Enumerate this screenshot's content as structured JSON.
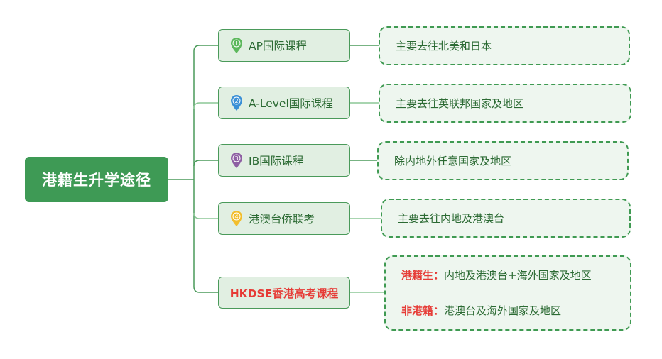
{
  "root": {
    "title": "港籍生升学途径"
  },
  "branches": [
    {
      "number": "1",
      "label": "AP国际课程",
      "pin_icon": "map-pin-1",
      "pin_color": "#5cb85c",
      "description": "主要去往北美和日本"
    },
    {
      "number": "2",
      "label": "A-Level国际课程",
      "pin_icon": "map-pin-2",
      "pin_color": "#3a8fd6",
      "description": "主要去往英联邦国家及地区"
    },
    {
      "number": "3",
      "label": "IB国际课程",
      "pin_icon": "map-pin-3",
      "pin_color": "#8e5fa3",
      "description": "除内地外任意国家及地区"
    },
    {
      "number": "4",
      "label": "港澳台侨联考",
      "pin_icon": "map-pin-4",
      "pin_color": "#f2be2c",
      "description": "主要去往内地及港澳台"
    },
    {
      "label": "HKDSE香港高考课程",
      "details": [
        {
          "tag": "港籍生：",
          "text": "内地及港澳台+海外国家及地区"
        },
        {
          "tag": "非港籍：",
          "text": "港澳台及海外国家及地区"
        }
      ]
    }
  ],
  "colors": {
    "main_green": "#3e9a55",
    "branch_fill": "#e1efe2",
    "desc_fill": "#eef6ef",
    "accent_red": "#e63b36"
  }
}
